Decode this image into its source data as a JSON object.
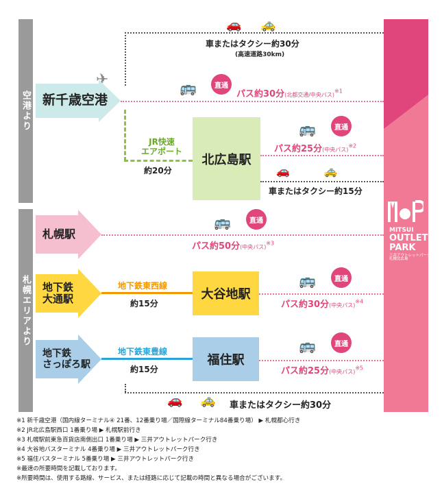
{
  "sections": {
    "airport": "空港より",
    "sapporo": "札幌エリアより"
  },
  "origins": {
    "new_chitose": "新千歳空港",
    "sapporo_st": "札幌駅",
    "odori_l1": "地下鉄",
    "odori_l2": "大通駅",
    "sapporo_sub_l1": "地下鉄",
    "sapporo_sub_l2": "さっぽろ駅"
  },
  "hubs": {
    "kitahiroshima": "北広島駅",
    "oyachi": "大谷地駅",
    "fukuzumi": "福住駅"
  },
  "routes": {
    "taxi_top": "車またはタクシー約30分",
    "taxi_top_sub": "(高速道路30km)",
    "bus_airport": "パス約30分",
    "bus_airport_sub": "(北都交通/中央バス)",
    "bus_airport_note": "※1",
    "jr_l1": "JR快速",
    "jr_l2": "エアポート",
    "jr_time": "約20分",
    "bus_kita": "パス約25分",
    "bus_kita_sub": "(中央パス)",
    "bus_kita_note": "※2",
    "taxi_kita": "車またはタクシー約15分",
    "bus_sapporo": "パス約50分",
    "bus_sapporo_sub": "(中央パス)",
    "bus_sapporo_note": "※3",
    "tozai_name": "地下鉄東西線",
    "tozai_time": "約15分",
    "bus_oyachi": "パス約30分",
    "bus_oyachi_sub": "(中央パス)",
    "bus_oyachi_note": "※4",
    "toho_name": "地下鉄東豊線",
    "toho_time": "約15分",
    "bus_fukuzumi": "パス約25分",
    "bus_fukuzumi_sub": "(中央パス)",
    "bus_fukuzumi_note": "※5",
    "taxi_bottom": "車またはタクシー約30分",
    "direct": "直通"
  },
  "destination": {
    "logo_mark": "M●P",
    "line1": "MITSUI",
    "line2": "OUTLET",
    "line3": "PARK",
    "sub1": "三井アウトレットパーク",
    "sub2": "札幌北広島"
  },
  "notes": [
    "※1  新千歳空港（国内線ターミナル④ 21番、12番乗り場／国際線ターミナル84番乗り場） ▶ 札幌都心行き",
    "※2  JR北広島駅西口  1番乗り場 ▶ 札幌駅前行き",
    "※3  札幌駅前東急百貨店南側出口  1番乗り場 ▶ 三井アウトレットパーク行き",
    "※4  大谷地バスターミナル  4番乗り場 ▶ 三井アウトレットパーク行き",
    "※5  福住バスターミナル  5番乗り場 ▶ 三井アウトレットパーク行き",
    "※最速の所要時間を記載しております。",
    "※所要時間は、使用する路線、サービス、または経路に応じて記載の時間と異なる場合がございます。"
  ],
  "colors": {
    "pink": "#e0457b",
    "airport_arrow": "#cdeaea",
    "sapporo_arrow": "#f6bfcf",
    "odori_arrow": "#ffd740",
    "sapporo_sub_arrow": "#aacde8",
    "kita_box": "#d9ecb8",
    "oyachi_box": "#ffd740",
    "fukuzumi_box": "#aacde8",
    "jr": "#8ac43f",
    "tozai": "#f39800",
    "toho": "#2aa3d8"
  }
}
